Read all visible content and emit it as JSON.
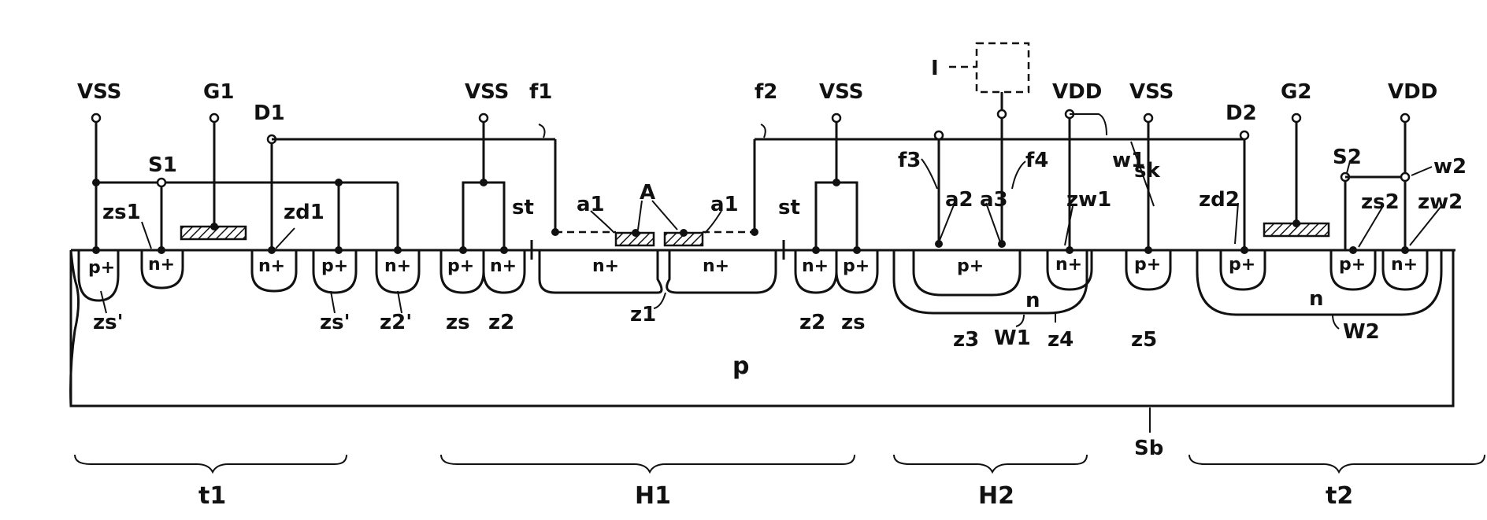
{
  "labels": {
    "vss_1": "VSS",
    "g1": "G1",
    "d1": "D1",
    "s1": "S1",
    "vss_2": "VSS",
    "f1": "f1",
    "f2": "f2",
    "vss_3": "VSS",
    "i": "I",
    "vdd_1": "VDD",
    "vss_4": "VSS",
    "d2": "D2",
    "g2": "G2",
    "vdd_2": "VDD",
    "s2": "S2",
    "w2": "w2",
    "w1": "w1",
    "f3": "f3",
    "f4": "f4",
    "sk": "sk",
    "zs1": "zs1",
    "zd1": "zd1",
    "st_1": "st",
    "a1_1": "a1",
    "a_label": "A",
    "a1_2": "a1",
    "st_2": "st",
    "a2": "a2",
    "a3": "a3",
    "zw1": "zw1",
    "zd2": "zd2",
    "zs2": "zs2",
    "zw2": "zw2"
  },
  "regions": {
    "p1": "p+",
    "n1": "n+",
    "n2": "n+",
    "p2": "p+",
    "n3": "n+",
    "p3": "p+",
    "n4": "n+",
    "n5": "n+",
    "n6": "n+",
    "n7": "n+",
    "p4": "p+",
    "p5": "p+",
    "n8": "n+",
    "p6": "p+",
    "p7": "p+",
    "p8": "p+",
    "n9": "n+",
    "nwell1": "n",
    "nwell2": "n",
    "substrate": "p"
  },
  "below": {
    "zs_prime_1": "zs'",
    "zs_prime_2": "zs'",
    "z2_prime": "z2'",
    "zs_1": "zs",
    "z2_1": "z2",
    "z1": "z1",
    "z2_2": "z2",
    "zs_2": "zs",
    "z3": "z3",
    "W1": "W1",
    "z4": "z4",
    "z5": "z5",
    "W2": "W2",
    "Sb": "Sb"
  },
  "groups": {
    "t1": "t1",
    "H1": "H1",
    "H2": "H2",
    "t2": "t2"
  }
}
